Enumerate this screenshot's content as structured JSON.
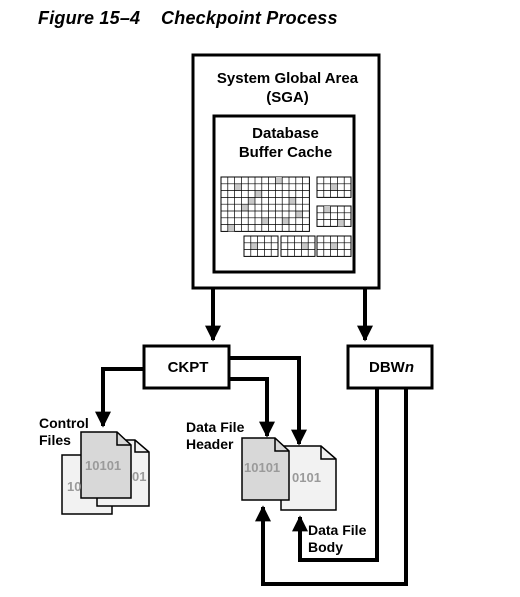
{
  "figure": {
    "title": "Figure 15–4    Checkpoint Process"
  },
  "sga": {
    "line1": "System Global Area",
    "line2": "(SGA)"
  },
  "buffer_cache": {
    "line1": "Database",
    "line2": "Buffer Cache"
  },
  "processes": {
    "ckpt": "CKPT",
    "dbwn_prefix": "DBW",
    "dbwn_suffix": "n"
  },
  "labels": {
    "control_files_1": "Control",
    "control_files_2": "Files",
    "data_file_header_1": "Data File",
    "data_file_header_2": "Header",
    "data_file_body_1": "Data File",
    "data_file_body_2": "Body"
  },
  "doc_text": {
    "control_front": "10101",
    "control_back_right": "01",
    "control_back_left": "10",
    "header_front": "10101",
    "body_back": "0101"
  },
  "colors": {
    "outline": "#000000",
    "grid_fill": "#c8c8c8",
    "doc_front": "#d8d8d8",
    "doc_back": "#f2f2f2"
  }
}
